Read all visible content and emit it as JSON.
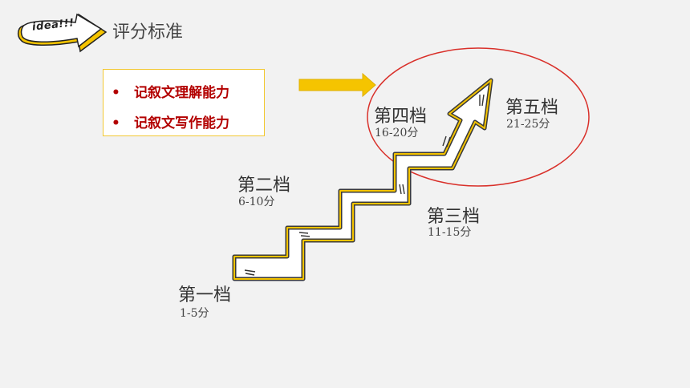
{
  "header": {
    "badge_text": "idea!!!",
    "title": "评分标准"
  },
  "criteria": [
    {
      "bullet": "•",
      "label": "记叙文理解能力"
    },
    {
      "bullet": "•",
      "label": "记叙文写作能力"
    }
  ],
  "levels": [
    {
      "name": "第一档",
      "range": "1-5分"
    },
    {
      "name": "第二档",
      "range": "6-10分"
    },
    {
      "name": "第三档",
      "range": "11-15分"
    },
    {
      "name": "第四档",
      "range": "16-20分"
    },
    {
      "name": "第五档",
      "range": "21-25分"
    }
  ],
  "colors": {
    "accent_yellow": "#f5c400",
    "criteria_red": "#b30000",
    "highlight_circle": "#d9302a",
    "background": "#f2f2f2"
  },
  "icons": {
    "badge": "idea-arrow-badge-icon",
    "pointer": "right-arrow-icon",
    "staircase": "staircase-arrow-icon"
  }
}
